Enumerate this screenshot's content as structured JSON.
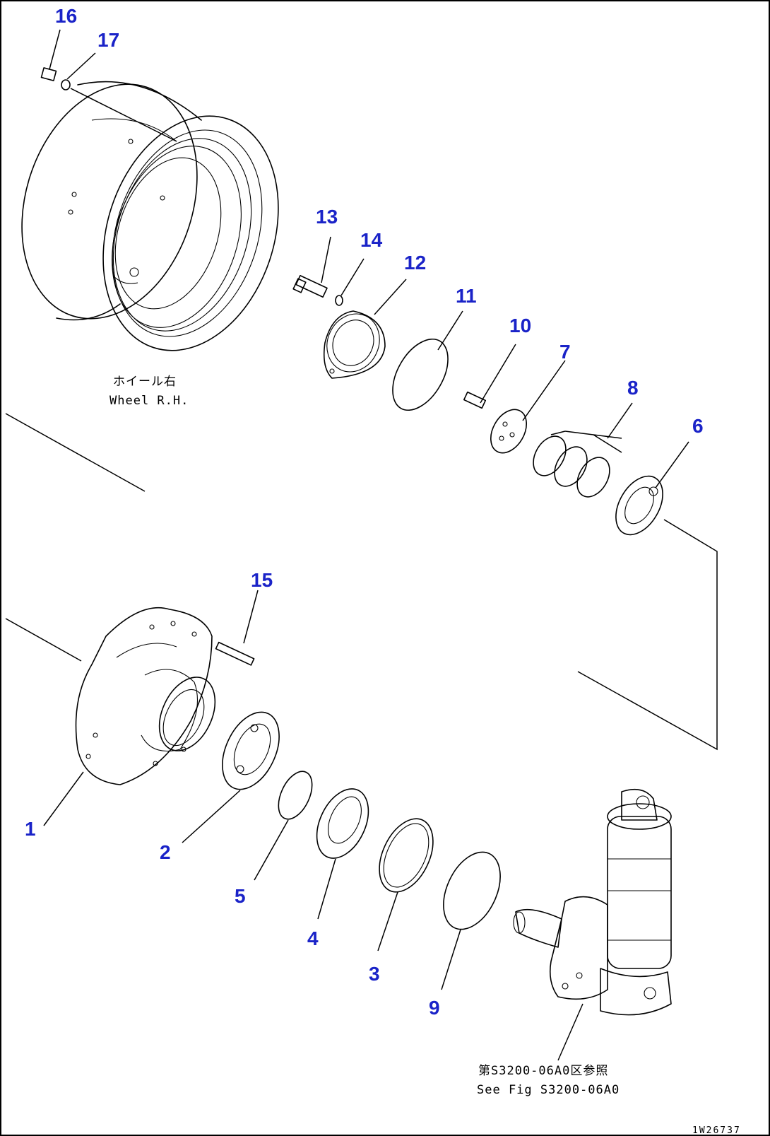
{
  "diagram": {
    "wheel_label_jp": "ホイール右",
    "wheel_label_en": "Wheel R.H.",
    "ref_label_jp": "第S3200-06A0区参照",
    "ref_label_en": "See Fig S3200-06A0",
    "drawing_code": "1W26737",
    "callouts": {
      "p1": "1",
      "p2": "2",
      "p3": "3",
      "p4": "4",
      "p5": "5",
      "p6": "6",
      "p7": "7",
      "p8": "8",
      "p9": "9",
      "p10": "10",
      "p11": "11",
      "p12": "12",
      "p13": "13",
      "p14": "14",
      "p15": "15",
      "p16": "16",
      "p17": "17"
    },
    "colors": {
      "callout": "#1a23c8",
      "line": "#000000"
    }
  }
}
